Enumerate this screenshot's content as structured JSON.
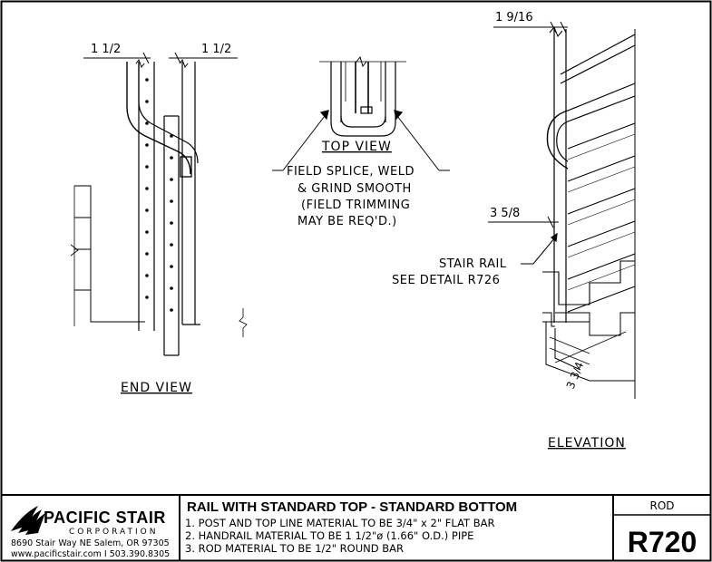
{
  "end_view": {
    "dim_left": "1 1/2",
    "dim_right": "1 1/2",
    "caption": "END VIEW"
  },
  "top_view": {
    "caption": "TOP VIEW",
    "note_lines": [
      "FIELD SPLICE, WELD",
      "& GRIND SMOOTH",
      "(FIELD TRIMMING",
      "MAY BE REQ'D.)"
    ]
  },
  "elevation": {
    "dim_top": "1 9/16",
    "dim_mid": "3 5/8",
    "dim_diag": "3 3/4",
    "callout_lines": [
      "STAIR RAIL",
      "SEE DETAIL R726"
    ],
    "caption": "ELEVATION"
  },
  "title_block": {
    "company_name": "PACIFIC STAIR",
    "company_sub": "CORPORATION",
    "address": "8690 Stair Way NE Salem, OR 97305",
    "contact": "www.pacificstair.com  I  503.390.8305",
    "title": "RAIL WITH STANDARD TOP - STANDARD BOTTOM",
    "notes": [
      "1. POST AND TOP LINE MATERIAL TO BE 3/4\" x 2\" FLAT BAR",
      "2. HANDRAIL MATERIAL TO BE 1 1/2\"ø (1.66\" O.D.) PIPE",
      "3. ROD MATERIAL TO BE 1/2\" ROUND BAR"
    ],
    "type_label": "ROD",
    "detail_number": "R720",
    "brand_color": "#000000"
  }
}
